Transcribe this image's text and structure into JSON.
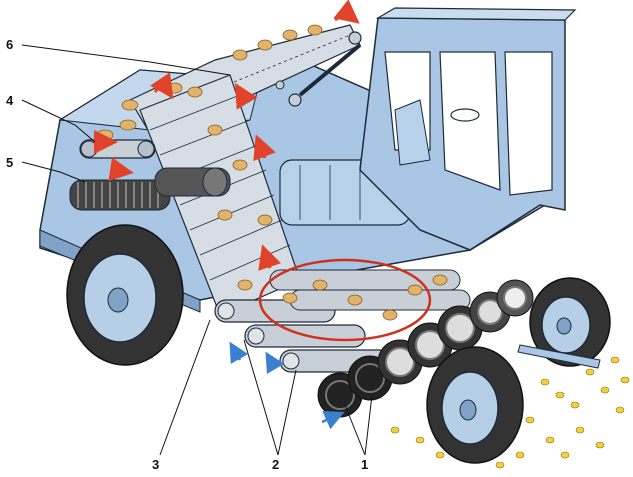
{
  "labels": {
    "one": "1",
    "two": "2",
    "three": "3",
    "four": "4",
    "five": "5",
    "six": "6"
  },
  "colors": {
    "body": "#a9c7e4",
    "body_dark": "#7fa2c6",
    "outline": "#1d2a3a",
    "tire": "#333333",
    "rim": "#b7cfe6",
    "roller": "#c9cfd6",
    "flow_arrow": "#e0432a",
    "intake_arrow": "#3a7fd0",
    "crop": "#e2b36a",
    "grain": "#f1d13a"
  }
}
